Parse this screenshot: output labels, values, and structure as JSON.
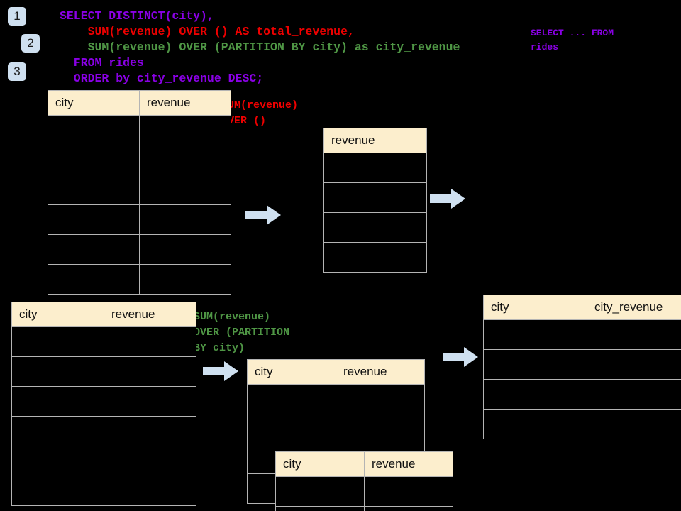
{
  "steps": [
    {
      "label": "1"
    },
    {
      "label": "2"
    },
    {
      "label": "3"
    }
  ],
  "colors": {
    "background": "#000000",
    "badge_fill": "#cfe0f0",
    "header_fill": "#fceecd",
    "grid_line": "#b4b4b4",
    "arrow_fill": "#cfe0f0",
    "sql_purple": "#8a00e6",
    "sql_red": "#ee0000",
    "sql_green": "#4f9645"
  },
  "sql": {
    "line1": "SELECT DISTINCT(city),",
    "line2": "    SUM(revenue) OVER () AS total_revenue,",
    "line3": "    SUM(revenue) OVER (PARTITION BY city) as city_revenue",
    "line4": "  FROM rides",
    "line5": "  ORDER by city_revenue DESC;"
  },
  "side_note": {
    "line1": "SELECT ... FROM",
    "line2": "rides"
  },
  "annotations": {
    "total_window": "SUM(revenue)\nOVER ()",
    "partition_window": "SUM(revenue)\nOVER (PARTITION\nBY city)"
  },
  "tables": {
    "source_top": {
      "name": "rides-source-top",
      "columns": [
        "city",
        "revenue"
      ],
      "row_count": 6,
      "rows": [
        [
          "",
          ""
        ],
        [
          "",
          ""
        ],
        [
          "",
          ""
        ],
        [
          "",
          ""
        ],
        [
          "",
          ""
        ],
        [
          "",
          ""
        ]
      ]
    },
    "total_revenue": {
      "name": "total-revenue-intermediate",
      "columns": [
        "revenue"
      ],
      "row_count": 4,
      "rows": [
        [
          ""
        ],
        [
          ""
        ],
        [
          ""
        ],
        [
          ""
        ]
      ]
    },
    "source_bottom": {
      "name": "rides-source-bottom",
      "columns": [
        "city",
        "revenue"
      ],
      "row_count": 6,
      "rows": [
        [
          "",
          ""
        ],
        [
          "",
          ""
        ],
        [
          "",
          ""
        ],
        [
          "",
          ""
        ],
        [
          "",
          ""
        ],
        [
          "",
          ""
        ]
      ]
    },
    "partition_a": {
      "name": "partition-group-a",
      "columns": [
        "city",
        "revenue"
      ],
      "row_count": 4,
      "rows": [
        [
          "",
          ""
        ],
        [
          "",
          ""
        ],
        [
          "",
          ""
        ],
        [
          "",
          ""
        ]
      ]
    },
    "partition_b": {
      "name": "partition-group-b",
      "columns": [
        "city",
        "revenue"
      ],
      "row_count": 2,
      "rows": [
        [
          "",
          ""
        ],
        [
          "",
          ""
        ]
      ]
    },
    "result": {
      "name": "final-result",
      "columns": [
        "city",
        "city_revenue"
      ],
      "row_count": 4,
      "rows": [
        [
          "",
          ""
        ],
        [
          "",
          ""
        ],
        [
          "",
          ""
        ],
        [
          "",
          ""
        ]
      ]
    }
  },
  "arrows": [
    {
      "name": "arrow-source-to-total"
    },
    {
      "name": "arrow-total-to-result"
    },
    {
      "name": "arrow-source-to-partition"
    },
    {
      "name": "arrow-partition-to-result"
    }
  ]
}
